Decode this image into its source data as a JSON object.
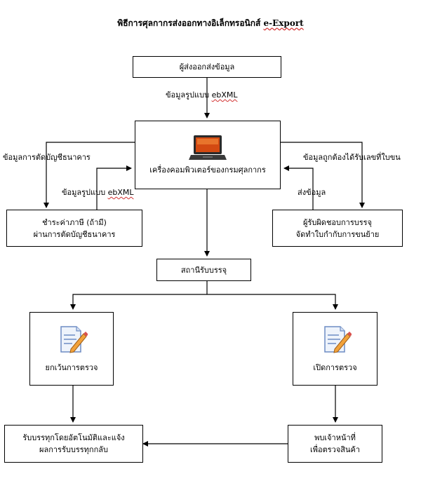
{
  "title": {
    "text": "พิธีการศุลกากรส่งออกทางอิเล็กทรอนิกส์",
    "suffix": "e-Export"
  },
  "nodes": {
    "exporter": "ผู้ส่งออกส่งข้อมูล",
    "customs_computer": "เครื่องคอมพิวเตอร์ของกรมศุลกากร",
    "pay_duty_line1": "ชำระค่าภาษี (ถ้ามี)",
    "pay_duty_line2": "ผ่านการตัดบัญชีธนาคาร",
    "carrier_line1": "ผู้รับผิดชอบการบรรจุ",
    "carrier_line2": "จัดทำใบกำกับการขนย้าย",
    "packing_station": "สถานีรับบรรจุ",
    "exempt_inspection": "ยกเว้นการตรวจ",
    "open_inspection": "เปิดการตรวจ",
    "auto_release_line1": "รับบรรทุกโดยอัตโนมัติและแจ้ง",
    "auto_release_line2": "ผลการรับบรรทุกกลับ",
    "officer_line1": "พบเจ้าหน้าที่",
    "officer_line2": "เพื่อตรวจสินค้า"
  },
  "labels": {
    "xml_top": {
      "prefix": "ข้อมูลรูปแบบ",
      "suffix": "ebXML"
    },
    "bank_debit": "ข้อมูลการตัดบัญชีธนาคาร",
    "xml_left": {
      "prefix": "ข้อมูลรูปแบบ",
      "suffix": "ebXML"
    },
    "valid_data": "ข้อมูลถูกต้องได้รับเลขที่ใบขน",
    "send_data": "ส่งข้อมูล"
  },
  "icons": {
    "computer": "laptop-icon",
    "inspect": "document-pencil-icon"
  }
}
